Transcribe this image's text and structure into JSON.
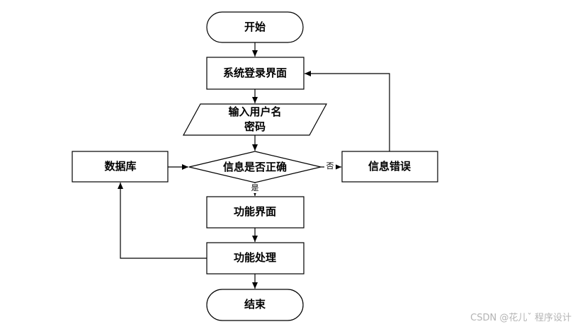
{
  "nodes": {
    "start": "开始",
    "login": "系统登录界面",
    "input_line1": "输入用户名",
    "input_line2": "密码",
    "check": "信息是否正确",
    "database": "数据库",
    "error": "信息错误",
    "func_ui": "功能界面",
    "func_proc": "功能处理",
    "end": "结束"
  },
  "edges": {
    "no": "否",
    "yes": "是"
  },
  "watermark": "CSDN @花儿ˇ 程序设计"
}
